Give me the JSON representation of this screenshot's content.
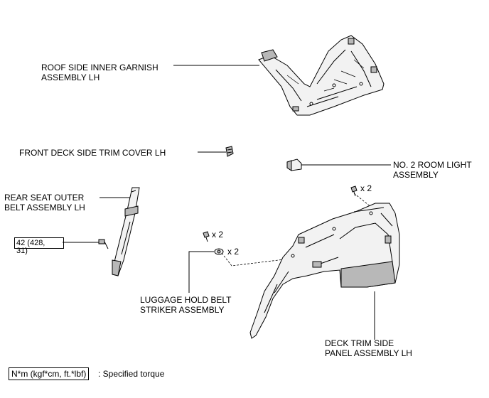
{
  "labels": {
    "roof_garnish": [
      "ROOF SIDE INNER GARNISH",
      "ASSEMBLY LH"
    ],
    "front_deck_cover": "FRONT DECK SIDE TRIM COVER LH",
    "room_light": [
      "NO. 2 ROOM LIGHT",
      "ASSEMBLY"
    ],
    "rear_seat_belt": [
      "REAR SEAT OUTER",
      "BELT ASSEMBLY LH"
    ],
    "striker": [
      "LUGGAGE HOLD BELT",
      "STRIKER ASSEMBLY"
    ],
    "deck_panel": [
      "DECK TRIM SIDE",
      "PANEL ASSEMBLY LH"
    ]
  },
  "quantities": {
    "panel_clip": "x 2",
    "striker_bolt": "x 2",
    "striker_nut": "x 2"
  },
  "torque": {
    "value": "42 (428,",
    "value_tail": "31)"
  },
  "legend": {
    "unit": "N*m (kgf*cm, ft.*lbf)",
    "description": ": Specified torque"
  },
  "colors": {
    "line": "#000000",
    "part_fill": "#f2f2f2",
    "part_shade": "#b8b8b8"
  }
}
